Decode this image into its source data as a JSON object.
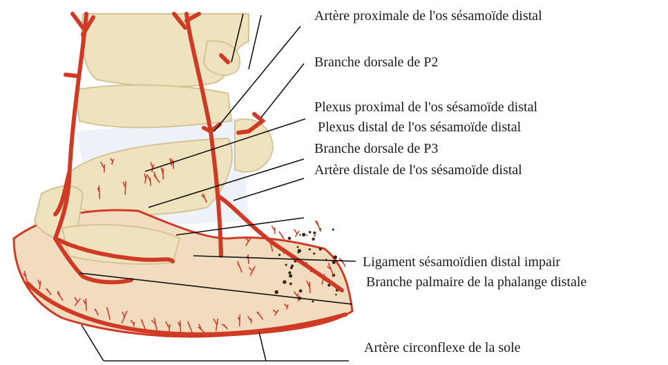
{
  "labels": [
    "Artère proximale de l'os sésamoïde distal",
    "Branche dorsale de P2",
    "Plexus proximal de l'os sésamoïde distal",
    "Plexus distal de l'os sésamoïde distal",
    "Branche dorsale de P3",
    "Artère distale de l'os sésamoïde distal",
    "Ligament sésamoïdien distal impair",
    "Branche palmaire de la phalange distale",
    "Artère circonflexe de la sole"
  ],
  "colors": {
    "artery": "#cf3a24",
    "bone": "#efe3bf",
    "bone_shadow": "#d6c394",
    "hoof": "#f2dcc0",
    "ligament": "#e8eef6",
    "leader": "#111111"
  }
}
